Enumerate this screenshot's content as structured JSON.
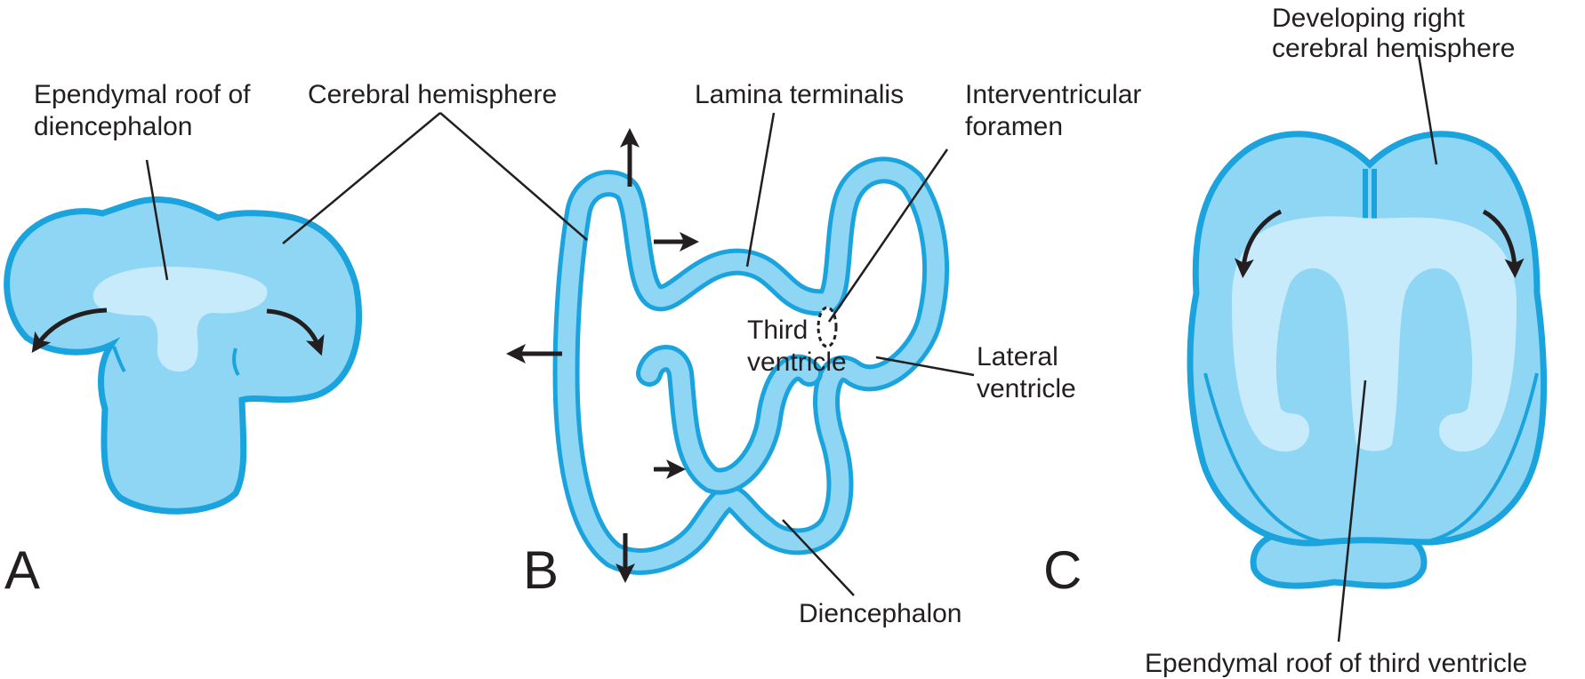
{
  "colors": {
    "outline": "#1ba3dd",
    "fill": "#8fd6f5",
    "inner": "#c8ebfb",
    "ink": "#231f20"
  },
  "panels": {
    "a": {
      "letter": "A"
    },
    "b": {
      "letter": "B"
    },
    "c": {
      "letter": "C"
    }
  },
  "labels": {
    "ependymal_roof_dien_line1": "Ependymal roof of",
    "ependymal_roof_dien_line2": "diencephalon",
    "cerebral_hemisphere": "Cerebral hemisphere",
    "lamina_terminalis": "Lamina terminalis",
    "interventricular_line1": "Interventricular",
    "interventricular_line2": "foramen",
    "third_ventricle_line1": "Third",
    "third_ventricle_line2": "ventricle",
    "lateral_ventricle_line1": "Lateral",
    "lateral_ventricle_line2": "ventricle",
    "diencephalon": "Diencephalon",
    "developing_right_line1": "Developing right",
    "developing_right_line2": "cerebral hemisphere",
    "ependymal_roof_third": "Ependymal roof of third ventricle"
  }
}
